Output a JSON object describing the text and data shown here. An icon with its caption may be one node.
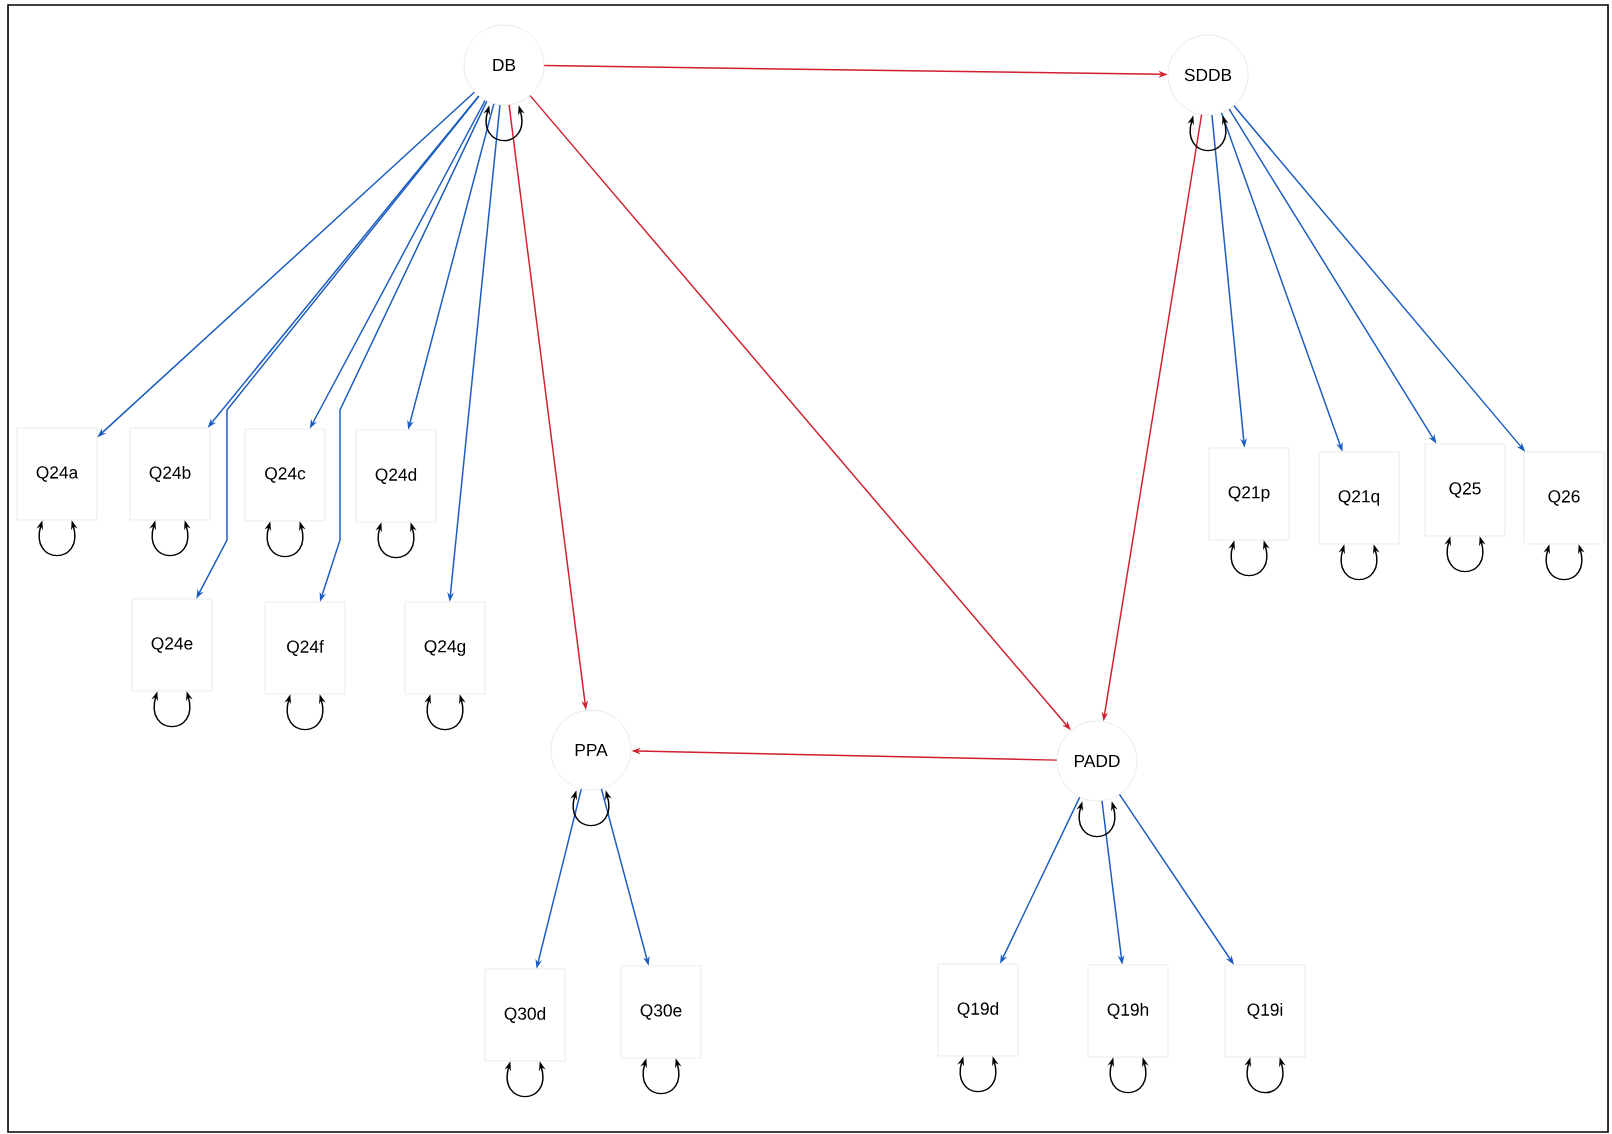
{
  "diagram": {
    "nodes": [
      {
        "text": [
          "DB"
        ]
      },
      {
        "text": [
          "SDDB"
        ]
      },
      {
        "text": [
          "PPA"
        ]
      },
      {
        "text": [
          "PADD"
        ]
      },
      {
        "text": [
          "Q24a"
        ]
      },
      {
        "text": [
          "Q24b"
        ]
      },
      {
        "text": [
          "Q24c"
        ]
      },
      {
        "text": [
          "Q24d"
        ]
      },
      {
        "text": [
          "Q24e"
        ]
      },
      {
        "text": [
          "Q24f"
        ]
      },
      {
        "text": [
          "Q24g"
        ]
      },
      {
        "text": [
          "Q21p"
        ]
      },
      {
        "text": [
          "Q21q"
        ]
      },
      {
        "text": [
          "Q25"
        ]
      },
      {
        "text": [
          "Q26"
        ]
      },
      {
        "text": [
          "Q30d"
        ]
      },
      {
        "text": [
          "Q30e"
        ]
      },
      {
        "text": [
          "Q19d"
        ]
      },
      {
        "text": [
          "Q19h"
        ]
      },
      {
        "text": [
          "Q19i"
        ]
      }
    ],
    "edges": [
      {
        "from": 0,
        "to": 1,
        "arrow": "to",
        "color": "#d0202e"
      },
      {
        "from": 0,
        "to": 2,
        "arrow": "to",
        "color": "#d0202e"
      },
      {
        "from": 0,
        "to": 3,
        "arrow": "to",
        "color": "#d0202e"
      },
      {
        "from": 1,
        "to": 3,
        "arrow": "to",
        "color": "#d0202e"
      },
      {
        "from": 3,
        "to": 2,
        "arrow": "to",
        "color": "#d0202e"
      },
      {
        "from": 0,
        "to": 4,
        "arrow": "to",
        "color": "#1a5cc0"
      },
      {
        "from": 0,
        "to": 5,
        "arrow": "to",
        "color": "#1a5cc0"
      },
      {
        "from": 0,
        "to": 6,
        "arrow": "to",
        "color": "#1a5cc0"
      },
      {
        "from": 0,
        "to": 7,
        "arrow": "to",
        "color": "#1a5cc0"
      },
      {
        "from": 0,
        "to": 8,
        "arrow": "to",
        "color": "#1a5cc0"
      },
      {
        "from": 0,
        "to": 9,
        "arrow": "to",
        "color": "#1a5cc0"
      },
      {
        "from": 0,
        "to": 10,
        "arrow": "to",
        "color": "#1a5cc0"
      },
      {
        "from": 1,
        "to": 11,
        "arrow": "to",
        "color": "#1a5cc0"
      },
      {
        "from": 1,
        "to": 12,
        "arrow": "to",
        "color": "#1a5cc0"
      },
      {
        "from": 1,
        "to": 13,
        "arrow": "to",
        "color": "#1a5cc0"
      },
      {
        "from": 1,
        "to": 14,
        "arrow": "to",
        "color": "#1a5cc0"
      },
      {
        "from": 2,
        "to": 15,
        "arrow": "to",
        "color": "#1a5cc0"
      },
      {
        "from": 2,
        "to": 16,
        "arrow": "to",
        "color": "#1a5cc0"
      },
      {
        "from": 3,
        "to": 17,
        "arrow": "to",
        "color": "#1a5cc0"
      },
      {
        "from": 3,
        "to": 18,
        "arrow": "to",
        "color": "#1a5cc0"
      },
      {
        "from": 3,
        "to": 19,
        "arrow": "to",
        "color": "#1a5cc0"
      },
      {
        "from": 0,
        "to": 0,
        "arrow": "both"
      },
      {
        "from": 1,
        "to": 1,
        "arrow": "both"
      },
      {
        "from": 2,
        "to": 2,
        "arrow": "both"
      },
      {
        "from": 3,
        "to": 3,
        "arrow": "both"
      },
      {
        "from": 4,
        "to": 4,
        "arrow": "both"
      },
      {
        "from": 5,
        "to": 5,
        "arrow": "both"
      },
      {
        "from": 6,
        "to": 6,
        "arrow": "both"
      },
      {
        "from": 7,
        "to": 7,
        "arrow": "both"
      },
      {
        "from": 8,
        "to": 8,
        "arrow": "both"
      },
      {
        "from": 9,
        "to": 9,
        "arrow": "both"
      },
      {
        "from": 10,
        "to": 10,
        "arrow": "both"
      },
      {
        "from": 11,
        "to": 11,
        "arrow": "both"
      },
      {
        "from": 12,
        "to": 12,
        "arrow": "both"
      },
      {
        "from": 13,
        "to": 13,
        "arrow": "both"
      },
      {
        "from": 14,
        "to": 14,
        "arrow": "both"
      },
      {
        "from": 15,
        "to": 15,
        "arrow": "both"
      },
      {
        "from": 16,
        "to": 16,
        "arrow": "both"
      },
      {
        "from": 17,
        "to": 17,
        "arrow": "both"
      },
      {
        "from": 18,
        "to": 18,
        "arrow": "both"
      },
      {
        "from": 19,
        "to": 19,
        "arrow": "both"
      }
    ]
  }
}
